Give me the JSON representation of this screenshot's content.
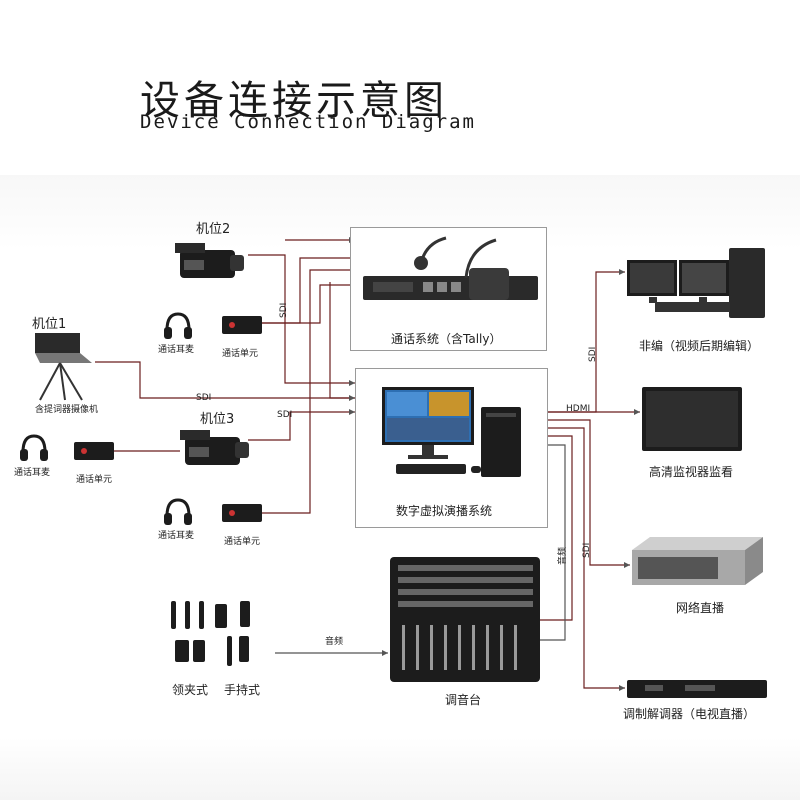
{
  "title": {
    "zh": "设备连接示意图",
    "en": "Device Connection Diagram"
  },
  "labels": {
    "cam2": "机位2",
    "cam1": "机位1",
    "cam1_sub": "含提词器摄像机",
    "cam3": "机位3",
    "headset": "通话耳麦",
    "unit": "通话单元",
    "intercom": "通话系统（含Tally）",
    "vsystem": "数字虚拟演播系统",
    "mixer": "调音台",
    "lapel": "领夹式",
    "handheld": "手持式",
    "nle": "非编（视频后期编辑）",
    "monitor": "高清监视器监看",
    "stream": "网络直播",
    "modulator": "调制解调器（电视直播）"
  },
  "wire_labels": {
    "sdi_1": "SDI",
    "sdi_2": "SDI",
    "sdi_3": "SDI",
    "hdmi": "HDMI",
    "sdi_nle": "SDI",
    "sdi_out": "SDI",
    "audio_out": "音频",
    "audio_in": "音频"
  },
  "colors": {
    "wire": "#6b1e1e",
    "wire_gray": "#555555",
    "device_dark": "#1c1c1c",
    "screen_blue": "#2d6fb3"
  }
}
